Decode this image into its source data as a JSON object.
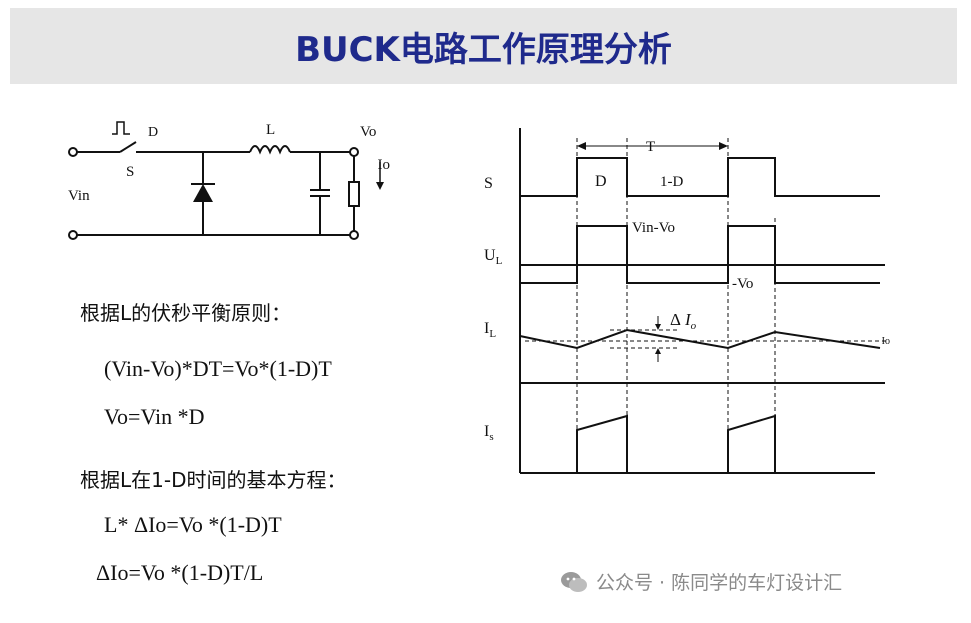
{
  "title": "BUCK电路工作原理分析",
  "circuit": {
    "switch_label": "S",
    "pulse_label": "D",
    "inductor_label": "L",
    "output_label": "Vo",
    "input_label": "Vin",
    "current_label": "Io"
  },
  "waveforms": {
    "period_label": "T",
    "s_label": "S",
    "d_label": "D",
    "one_minus_d_label": "1-D",
    "ul_label": "U",
    "ul_sub": "L",
    "vin_vo_label": "Vin-Vo",
    "neg_vo_label": "-Vo",
    "il_label": "I",
    "il_sub": "L",
    "delta_label": "Δ",
    "delta_i": "I",
    "delta_sub": "o",
    "io_label": "Io",
    "is_label": "I",
    "is_sub": "s"
  },
  "text": {
    "principle": "根据L的伏秒平衡原则：",
    "eq1": "(Vin-Vo)*DT=Vo*(1-D)T",
    "eq2": "Vo=Vin *D",
    "principle2": "根据L在1-D时间的基本方程：",
    "eq3": "L* ΔIo=Vo *(1-D)T",
    "eq4": "ΔIo=Vo *(1-D)T/L"
  },
  "watermark": "公众号 · 陈同学的车灯设计汇"
}
